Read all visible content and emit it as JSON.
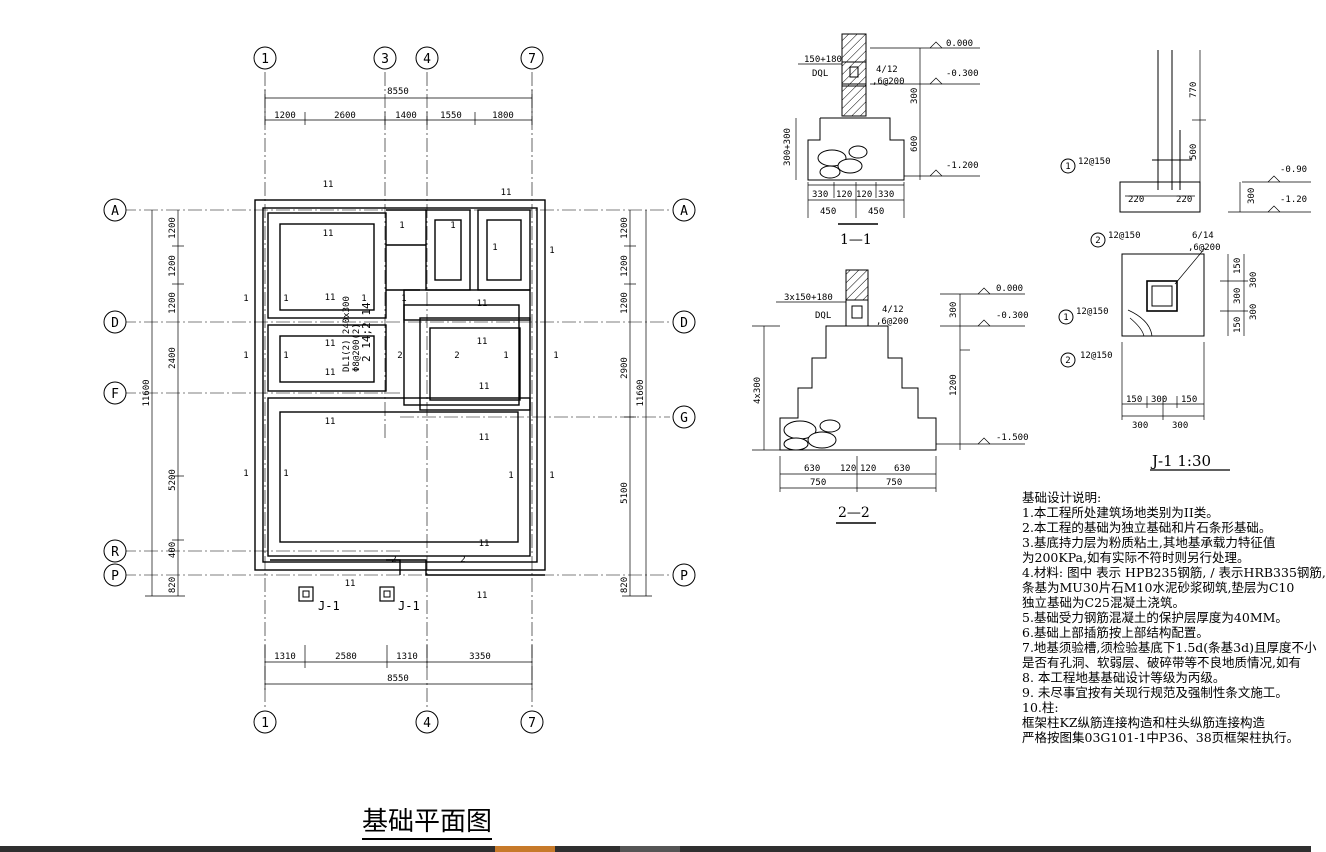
{
  "plan": {
    "title": "基础平面图",
    "top_axes": [
      "1",
      "3",
      "4",
      "7"
    ],
    "bottom_axes": [
      "1",
      "4",
      "7"
    ],
    "left_axes": [
      "A",
      "D",
      "F",
      "R",
      "P"
    ],
    "right_axes": [
      "A",
      "D",
      "G",
      "P"
    ],
    "top_total": "8550",
    "top_dims": [
      "1200",
      "2600",
      "1400",
      "1550",
      "1800"
    ],
    "bottom_dims": [
      "1310",
      "2580",
      "1310",
      "3350"
    ],
    "bottom_total": "8550",
    "left_total": "11600",
    "left_dims": [
      "1200",
      "1200",
      "1200",
      "2400",
      "5200",
      "400",
      "820"
    ],
    "right_total": "11600",
    "right_dims": [
      "1200",
      "1200",
      "1200",
      "2900",
      "5100",
      "820"
    ],
    "beam_label_main": "DL1(2) 240x300",
    "beam_label_rebar": "Φ8@200(2)",
    "beam_label_bars": "2 14;2 14",
    "j1_label": "J-1",
    "foot_1": "1",
    "foot_2": "2",
    "foot_11": "11"
  },
  "section11": {
    "title": "1—1",
    "elev_top": "0.000",
    "elev_mid": "-0.300",
    "elev_bot": "-1.200",
    "width_top": "150+180",
    "dql": "DQL",
    "rebar1": "4/12",
    "rebar2": ",6@200",
    "dim_left": "300+300",
    "dim_300": "300",
    "dim_600": "600",
    "dims_bottom": [
      "330",
      "120",
      "120",
      "330"
    ],
    "dims_bottom2": [
      "450",
      "450"
    ]
  },
  "section22": {
    "title": "2—2",
    "elev_top": "0.000",
    "elev_mid": "-0.300",
    "elev_bot": "-1.500",
    "width_top": "3x150+180",
    "dql": "DQL",
    "rebar1": "4/12",
    "rebar2": ",6@200",
    "dim_left": "4x300",
    "dim_300": "300",
    "dim_1200": "1200",
    "dims_bottom": [
      "630",
      "120",
      "120",
      "630"
    ],
    "dims_bottom2": [
      "750",
      "750"
    ]
  },
  "j1": {
    "title": "J-1  1:30",
    "elev1": "-0.90",
    "elev2": "-1.20",
    "rebar_a": "12@150",
    "rebar_b": "12@150",
    "rebar_c": "12@150",
    "rebar_d": "12@150",
    "col_rebar1": "6/14",
    "col_rebar2": ",6@200",
    "dim_770": "770",
    "dim_500": "500",
    "dim_300": "300",
    "dim_220a": "220",
    "dim_220b": "220",
    "dims_side": [
      "150",
      "300",
      "150"
    ],
    "dims_side2": [
      "300",
      "300"
    ],
    "dims_bottom": [
      "150",
      "300",
      "150"
    ],
    "dims_bottom2": [
      "300",
      "300"
    ],
    "mark1": "1",
    "mark2": "2"
  },
  "notes": {
    "heading": "基础设计说明:",
    "lines": [
      "1.本工程所处建筑场地类别为II类。",
      "2.本工程的基础为独立基础和片石条形基础。",
      "3.基底持力层为粉质粘土,其地基承载力特征值",
      "   为200KPa,如有实际不符时则另行处理。",
      "4.材料: 图中  表示 HPB235钢筋, / 表示HRB335钢筋,",
      "   条基为MU30片石M10水泥砂浆砌筑,垫层为C10",
      "   独立基础为C25混凝土浇筑。",
      "5.基础受力钢筋混凝土的保护层厚度为40MM。",
      "6.基础上部插筋按上部结构配置。",
      "7.地基须验槽,须检验基底下1.5d(条基3d)且厚度不小",
      "   是否有孔洞、软弱层、破碎带等不良地质情况,如有",
      "8. 本工程地基基础设计等级为丙级。",
      "9. 未尽事宜按有关现行规范及强制性条文施工。",
      "10.柱:",
      "   框架柱KZ纵筋连接构造和柱头纵筋连接构造",
      "   严格按图集03G101-1中P36、38页框架柱执行。"
    ]
  }
}
